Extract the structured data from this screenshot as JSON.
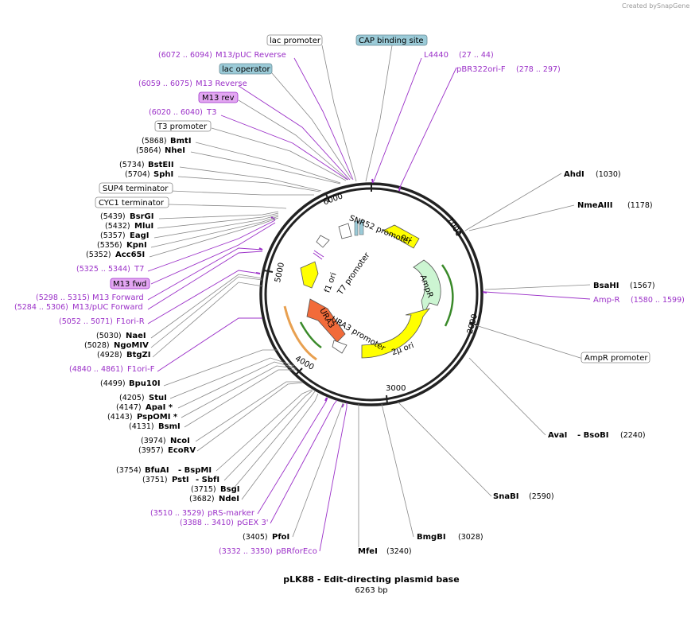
{
  "credit": {
    "created_by": "Created by",
    "brand": "SnapGene"
  },
  "title": "pLK88 - Edit-directing plasmid base",
  "subtitle": "6263 bp",
  "tick_labels": [
    "1000",
    "2000",
    "3000",
    "4000",
    "5000",
    "6000"
  ],
  "boxed_features": {
    "lac_promoter": "lac promoter",
    "cap_site": "CAP binding site",
    "lac_operator": "lac operator",
    "m13_rev": "M13 rev",
    "t3_promoter": "T3 promoter",
    "sup4": "SUP4 terminator",
    "cyc1": "CYC1 terminator",
    "m13_fwd": "M13 fwd",
    "ampr_promoter": "AmpR promoter"
  },
  "primers": {
    "m13puc_rev": {
      "range": "(6072 .. 6094)",
      "name": "M13/pUC Reverse"
    },
    "m13_reverse": {
      "range": "(6059 .. 6075)",
      "name": "M13 Reverse"
    },
    "t3": {
      "range": "(6020 .. 6040)",
      "name": "T3"
    },
    "t7": {
      "range": "(5325 .. 5344)",
      "name": "T7"
    },
    "m13_forward": {
      "range": "(5298 .. 5315)",
      "name": "M13 Forward"
    },
    "m13puc_fwd": {
      "range": "(5284 .. 5306)",
      "name": "M13/pUC Forward"
    },
    "f1ori_r": {
      "range": "(5052 .. 5071)",
      "name": "F1ori-R"
    },
    "f1ori_f": {
      "range": "(4840 .. 4861)",
      "name": "F1ori-F"
    },
    "prs_marker": {
      "range": "(3510 .. 3529)",
      "name": "pRS-marker"
    },
    "pgex3": {
      "range": "(3388 .. 3410)",
      "name": "pGEX 3'"
    },
    "pbrforeco": {
      "range": "(3332 .. 3350)",
      "name": "pBRforEco"
    },
    "l4440": {
      "name": "L4440",
      "range": "(27 .. 44)"
    },
    "pbr322ori_f": {
      "name": "pBR322ori-F",
      "range": "(278 .. 297)"
    },
    "amp_r": {
      "name": "Amp-R",
      "range": "(1580 .. 1599)"
    }
  },
  "sites": {
    "bmti": {
      "pos": "(5868)",
      "name": "BmtI"
    },
    "nhei": {
      "pos": "(5864)",
      "name": "NheI"
    },
    "bsteii": {
      "pos": "(5734)",
      "name": "BstEII"
    },
    "sphi": {
      "pos": "(5704)",
      "name": "SphI"
    },
    "bsrgi": {
      "pos": "(5439)",
      "name": "BsrGI"
    },
    "mlui": {
      "pos": "(5432)",
      "name": "MluI"
    },
    "eagi": {
      "pos": "(5357)",
      "name": "EagI"
    },
    "kpni": {
      "pos": "(5356)",
      "name": "KpnI"
    },
    "acc65i": {
      "pos": "(5352)",
      "name": "Acc65I"
    },
    "naei": {
      "pos": "(5030)",
      "name": "NaeI"
    },
    "ngomiv": {
      "pos": "(5028)",
      "name": "NgoMIV"
    },
    "btgzi": {
      "pos": "(4928)",
      "name": "BtgZI"
    },
    "bpu10i": {
      "pos": "(4499)",
      "name": "Bpu10I"
    },
    "stui": {
      "pos": "(4205)",
      "name": "StuI"
    },
    "apai": {
      "pos": "(4147)",
      "name": "ApaI *"
    },
    "pspomi": {
      "pos": "(4143)",
      "name": "PspOMI *"
    },
    "bsmi": {
      "pos": "(4131)",
      "name": "BsmI"
    },
    "ncoi": {
      "pos": "(3974)",
      "name": "NcoI"
    },
    "ecorv": {
      "pos": "(3957)",
      "name": "EcoRV"
    },
    "bfuai": {
      "pos": "(3754)",
      "name": "BfuAI",
      "alt": "- BspMI"
    },
    "psti": {
      "pos": "(3751)",
      "name": "PstI",
      "alt": "- SbfI"
    },
    "bsgi": {
      "pos": "(3715)",
      "name": "BsgI"
    },
    "ndei": {
      "pos": "(3682)",
      "name": "NdeI"
    },
    "pfoi": {
      "pos": "(3405)",
      "name": "PfoI"
    },
    "mfei": {
      "name": "MfeI",
      "pos": "(3240)"
    },
    "bmgbi": {
      "name": "BmgBI",
      "pos": "(3028)"
    },
    "snabi": {
      "name": "SnaBI",
      "pos": "(2590)"
    },
    "avai": {
      "name": "AvaI",
      "alt": "- BsoBI",
      "pos": "(2240)"
    },
    "bsahi": {
      "name": "BsaHI",
      "pos": "(1567)"
    },
    "nmeaiii": {
      "name": "NmeAIII",
      "pos": "(1178)"
    },
    "ahdi": {
      "name": "AhdI",
      "pos": "(1030)"
    }
  },
  "inner_features": {
    "snr52": "SNR52 promoter",
    "ori": "ori",
    "ampr": "AmpR",
    "two_mu": "2μ ori",
    "ura3_promoter": "URA3 promoter",
    "ura3": "URA3",
    "f1_ori": "f1 ori",
    "t7_promoter": "T7 promoter"
  },
  "colors": {
    "primer": "#9b30c8",
    "ori": "#ffff00",
    "ampr": "#ccf5d2",
    "ura3": "#f26b3a",
    "boxed_blue": "#9bcbd8",
    "boxed_purple": "#e3a6f2"
  }
}
